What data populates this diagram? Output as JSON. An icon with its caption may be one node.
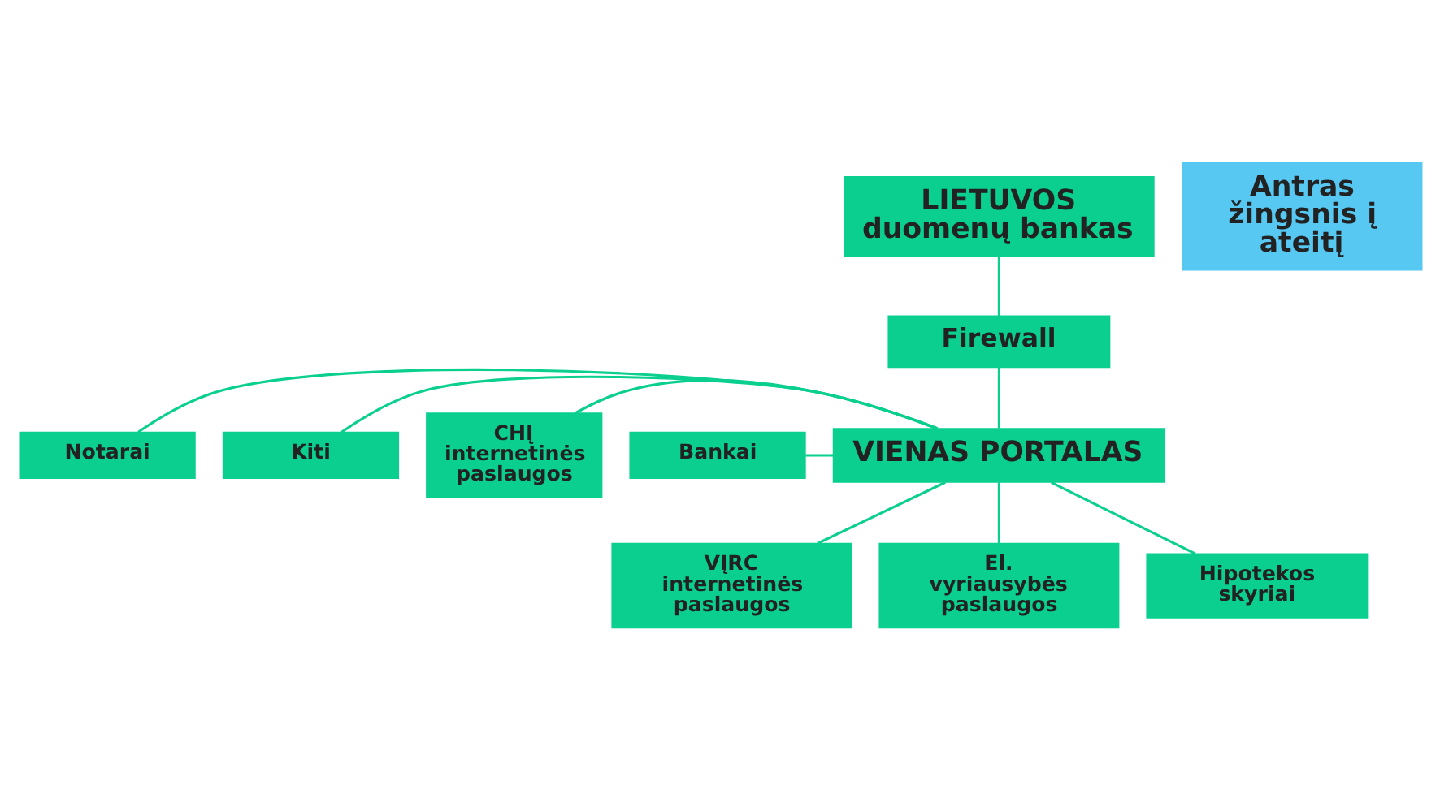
{
  "diagram": {
    "nodes": [
      {
        "text": [
          "LIETUVOS duomenų bankas"
        ]
      },
      {
        "text": [
          "Antras žingsnis į ateitį"
        ]
      },
      {
        "text": [
          "Firewall"
        ]
      },
      {
        "text": [
          "Notarai"
        ]
      },
      {
        "text": [
          "Kiti"
        ]
      },
      {
        "text": [
          "VIENAS PORTALAS"
        ]
      },
      {
        "text": [
          "CHĮ internetinės paslaugos"
        ]
      },
      {
        "text": [
          "Bankai"
        ]
      },
      {
        "text": [
          "VĮRC internetinės paslaugos"
        ]
      },
      {
        "text": [
          "El. vyriausybės paslaugos"
        ]
      },
      {
        "text": [
          "Hipotekos skyriai"
        ]
      }
    ],
    "edges": [
      {
        "from": 0,
        "to": 2,
        "arrow": "none"
      },
      {
        "from": 2,
        "to": 5,
        "arrow": "none"
      },
      {
        "from": 3,
        "to": 5,
        "arrow": "none"
      },
      {
        "from": 4,
        "to": 5,
        "arrow": "none"
      },
      {
        "from": 6,
        "to": 5,
        "arrow": "none"
      },
      {
        "from": 7,
        "to": 5,
        "arrow": "none"
      },
      {
        "from": 5,
        "to": 8,
        "arrow": "none"
      },
      {
        "from": 5,
        "to": 9,
        "arrow": "none"
      },
      {
        "from": 5,
        "to": 10,
        "arrow": "none"
      }
    ]
  }
}
